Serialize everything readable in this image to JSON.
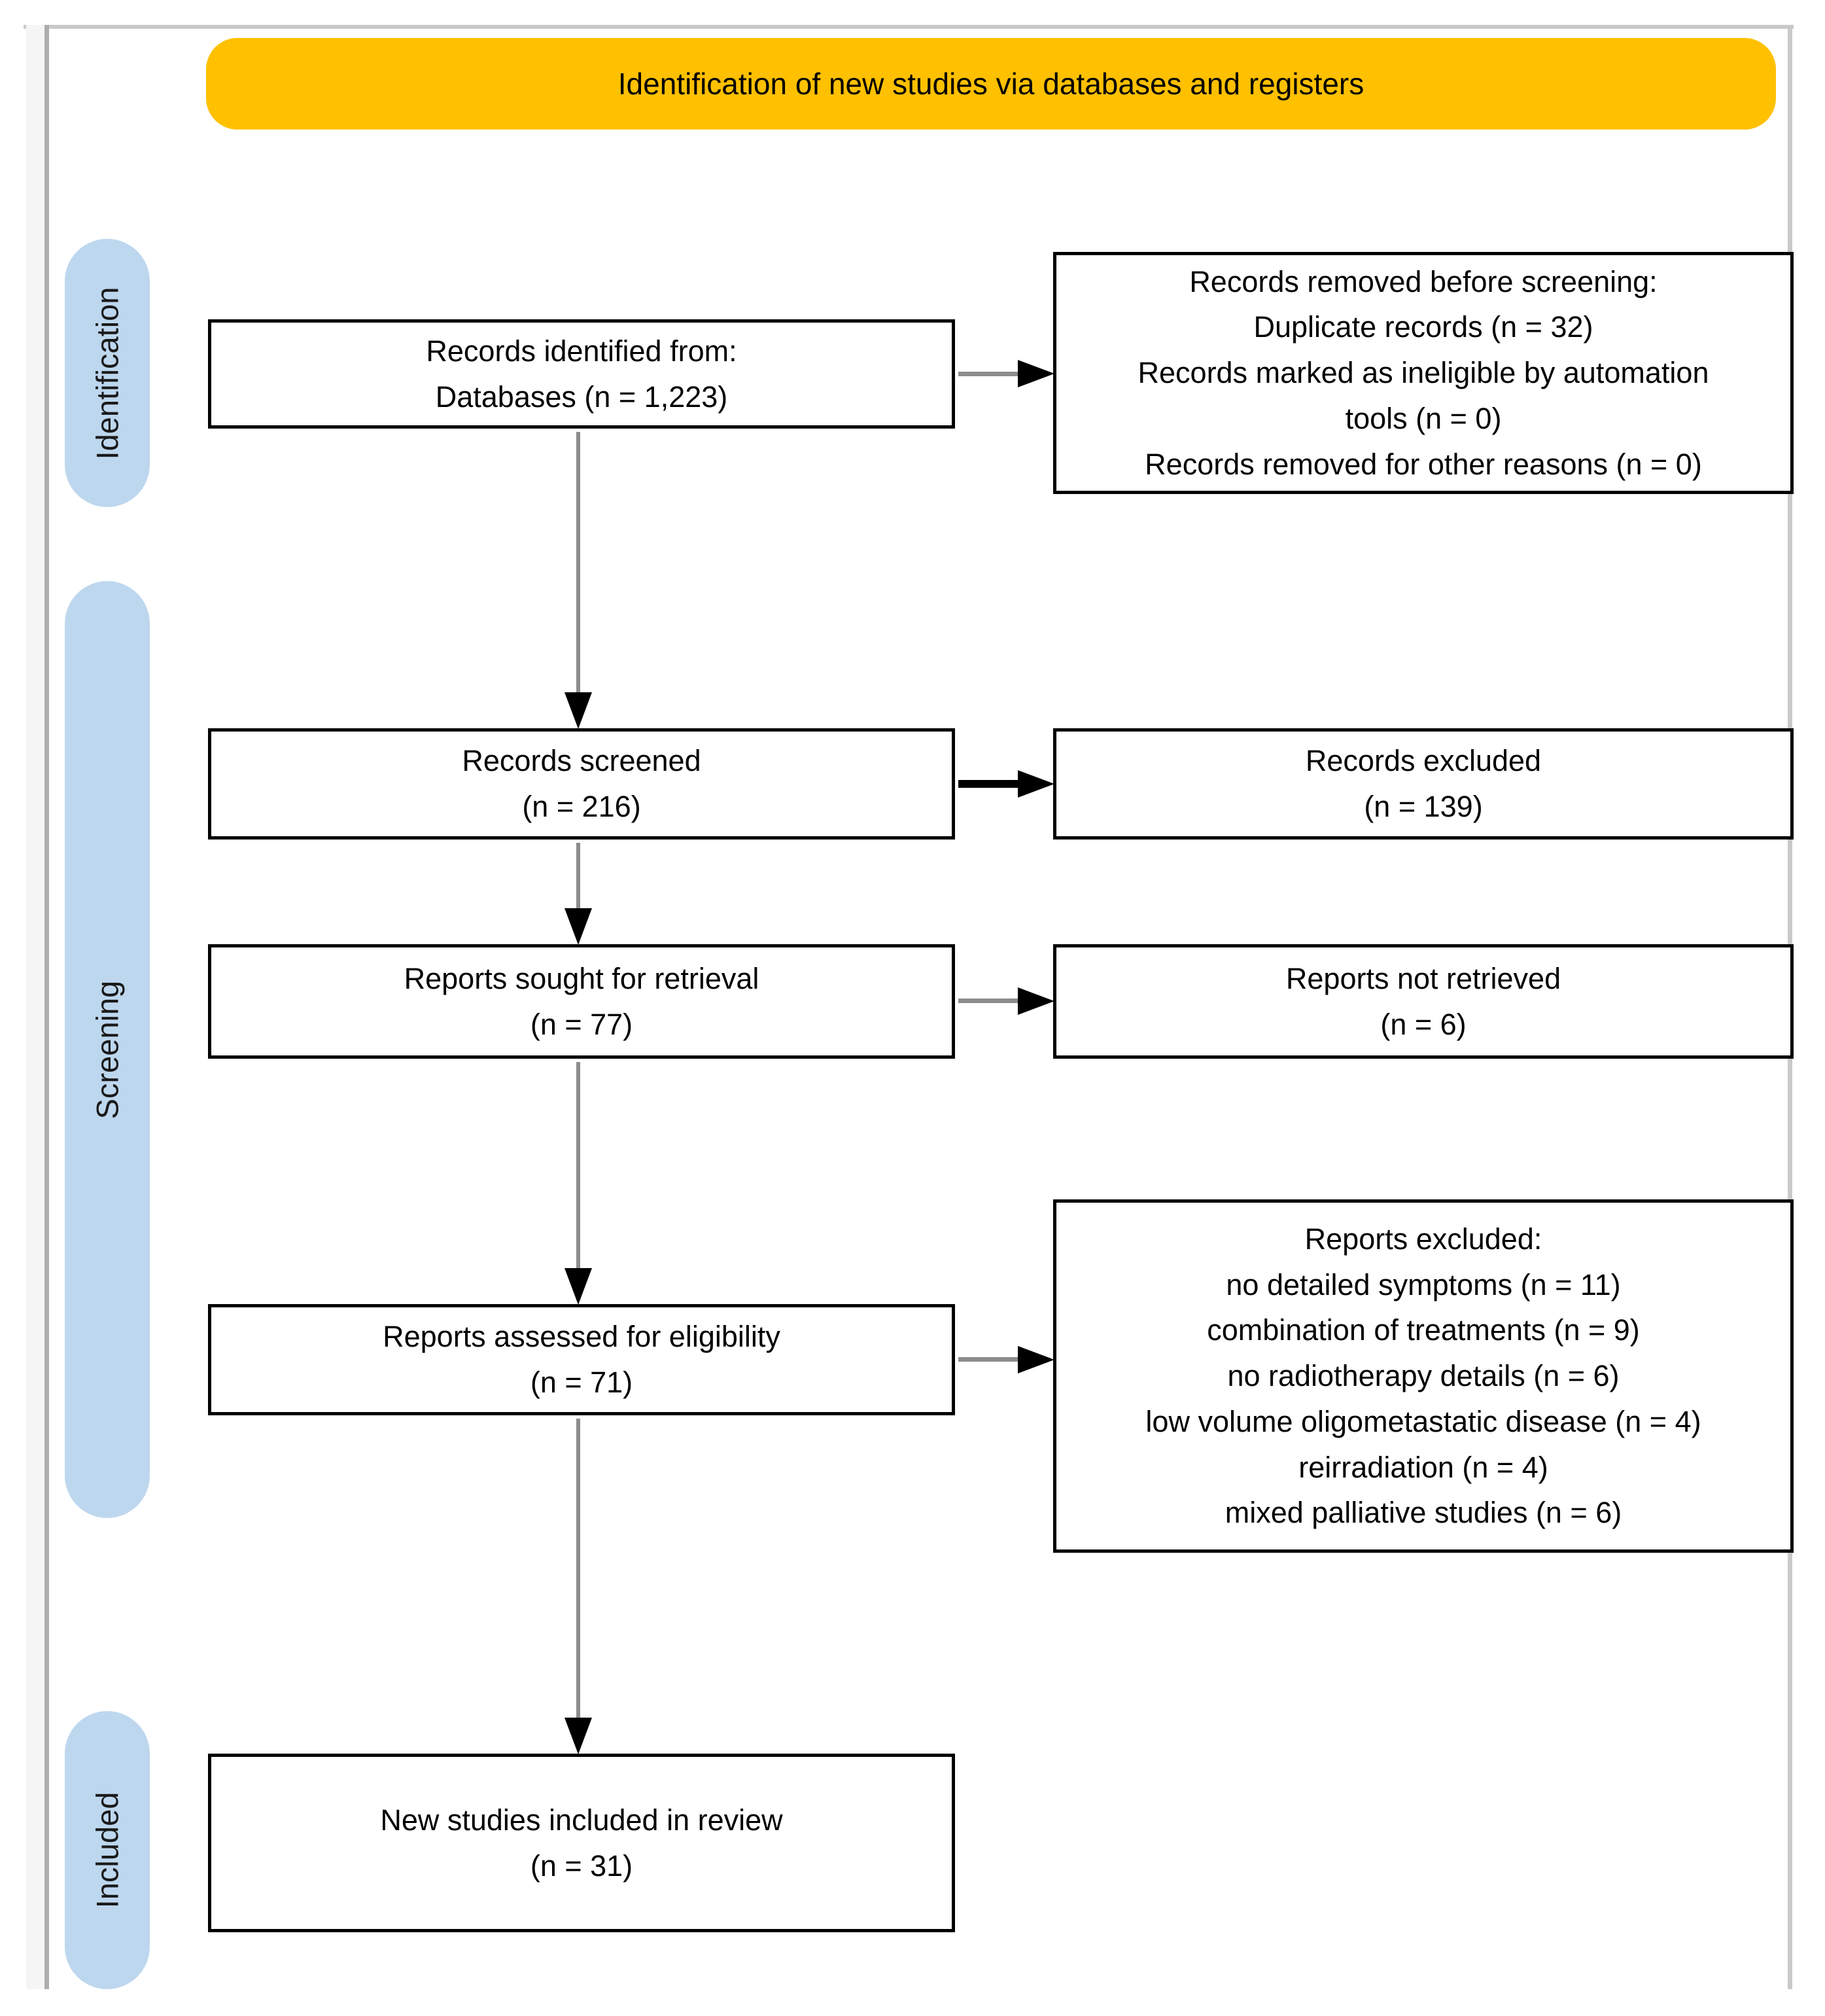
{
  "banner": {
    "label": "Identification of new studies via databases and registers"
  },
  "stages": [
    {
      "label": "Identification"
    },
    {
      "label": "Screening"
    },
    {
      "label": "Included"
    }
  ],
  "boxes": {
    "identified": {
      "lines": [
        "Records identified from:",
        "Databases (n = 1,223)"
      ]
    },
    "removed_before_screening": {
      "lines": [
        "Records removed before screening:",
        "Duplicate records (n = 32)",
        "Records marked as ineligible by automation",
        "tools (n = 0)",
        "Records removed for other reasons (n = 0)"
      ]
    },
    "screened": {
      "lines": [
        "Records screened",
        "(n = 216)"
      ]
    },
    "records_excluded": {
      "lines": [
        "Records excluded",
        "(n = 139)"
      ]
    },
    "sought": {
      "lines": [
        "Reports sought for retrieval",
        "(n = 77)"
      ]
    },
    "not_retrieved": {
      "lines": [
        "Reports not retrieved",
        "(n = 6)"
      ]
    },
    "assessed": {
      "lines": [
        "Reports assessed for eligibility",
        "(n = 71)"
      ]
    },
    "reports_excluded": {
      "lines": [
        "Reports excluded:",
        "no detailed symptoms (n = 11)",
        "combination of treatments (n = 9)",
        "no radiotherapy details (n = 6)",
        "low volume oligometastatic disease (n = 4)",
        "reirradiation (n = 4)",
        "mixed palliative studies (n = 6)"
      ]
    },
    "included_in_review": {
      "lines": [
        "New studies included in review",
        "(n = 31)"
      ]
    }
  },
  "colors": {
    "banner_bg": "#FFC000",
    "stage_bg": "#BDD7EE",
    "box_border": "#000000",
    "connector_grey": "#8C8C8C",
    "connector_black": "#000000",
    "frame_grey": "#C9C9C9"
  }
}
